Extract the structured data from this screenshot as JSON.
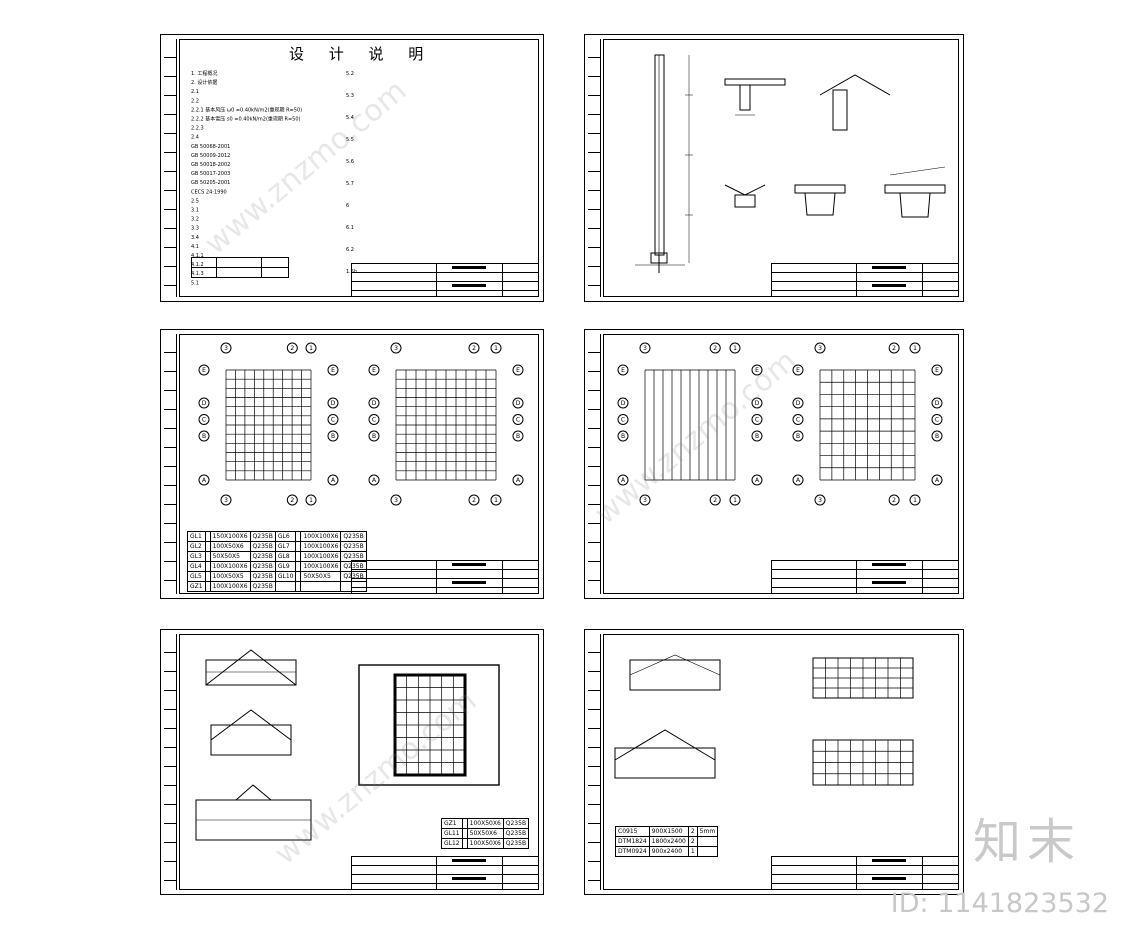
{
  "brand": {
    "logo_text": "知末",
    "id_text": "ID: 1141823532"
  },
  "sheets": [
    {
      "name": "design-notes",
      "title": "设 计 说 明"
    },
    {
      "name": "details"
    },
    {
      "name": "foundation-plans"
    },
    {
      "name": "floor-plans"
    },
    {
      "name": "elevations-sections"
    },
    {
      "name": "window-door-table"
    }
  ],
  "notes": {
    "lines_left": [
      "1. 工程概况",
      "2. 设计依据",
      "2.1",
      "2.2",
      "2.2.1  基本风压 ω0 =0.40kN/m2(重现期 R=50)",
      "2.2.2  基本雪压 s0 =0.40kN/m2(重现期 R=50)",
      "2.2.3",
      "2.4",
      "GB 50068-2001",
      "GB 50009-2012",
      "GB 50018-2002",
      "GB 50017-2003",
      "GB 50205-2001",
      "CECS 24:1990",
      "2.5",
      "3.1",
      "3.2",
      "3.3",
      "3.4",
      "4.1",
      "4.1.1",
      "4.1.2",
      "4.1.3",
      "5.1"
    ],
    "lines_right": [
      "5.2",
      "5.3",
      "5.4",
      "5.5",
      "5.6",
      "5.7",
      "6",
      "6.1",
      "6.2",
      "1.5h"
    ]
  },
  "member_table": {
    "rows": [
      [
        "GL1",
        "",
        "150X100X6",
        "Q235B",
        "GL6",
        "",
        "100X100X6",
        "Q235B"
      ],
      [
        "GL2",
        "",
        "100X50X6",
        "Q235B",
        "GL7",
        "",
        "100X100X6",
        "Q235B"
      ],
      [
        "GL3",
        "",
        "50X50X5",
        "Q235B",
        "GL8",
        "",
        "100X100X6",
        "Q235B"
      ],
      [
        "GL4",
        "",
        "100X100X6",
        "Q235B",
        "GL9",
        "",
        "100X100X6",
        "Q235B"
      ],
      [
        "GL5",
        "",
        "100X50X5",
        "Q235B",
        "GL10",
        "",
        "50X50X5",
        "Q235B"
      ],
      [
        "GZ1",
        "",
        "100X100X6",
        "Q235B",
        "",
        "",
        "",
        ""
      ]
    ]
  },
  "column_table": {
    "rows": [
      [
        "GZ1",
        "",
        "100X50X6",
        "Q235B"
      ],
      [
        "GL11",
        "",
        "50X50X6",
        "Q235B"
      ],
      [
        "GL12",
        "",
        "100X50X6",
        "Q235B"
      ]
    ]
  },
  "window_table": {
    "rows": [
      [
        "C0915",
        "900X1500",
        "2",
        "5mm"
      ],
      [
        "DTM1824",
        "1800x2400",
        "2",
        ""
      ],
      [
        "DTM0924",
        "900x2400",
        "1",
        ""
      ]
    ]
  },
  "axis_labels": [
    "A",
    "B",
    "C",
    "D",
    "E",
    "1",
    "2",
    "3"
  ],
  "watermark_text": "www.znzmo.com"
}
